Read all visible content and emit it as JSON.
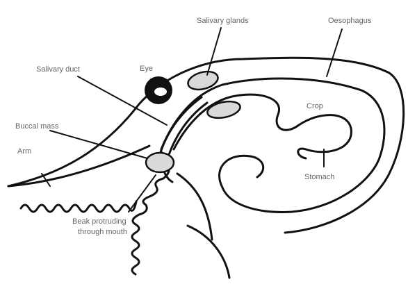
{
  "labels": {
    "salivary_glands": "Salivary glands",
    "oesophagus": "Oesophagus",
    "eye": "Eye",
    "salivary_duct": "Salivary duct",
    "crop": "Crop",
    "buccal_mass": "Buccal mass",
    "arm": "Arm",
    "stomach": "Stomach",
    "beak_line1": "Beak protruding",
    "beak_line2": "through mouth"
  }
}
